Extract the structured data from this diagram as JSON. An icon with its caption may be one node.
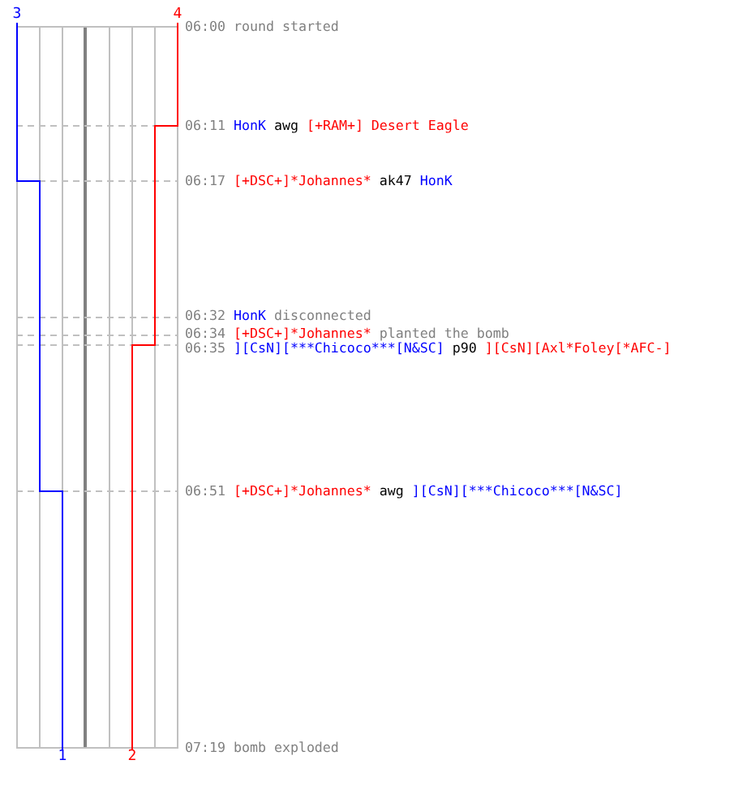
{
  "diagram": {
    "nodes": [
      {
        "text": [
          "3"
        ]
      },
      {
        "text": [
          "4"
        ]
      },
      {
        "text": [
          "1"
        ]
      },
      {
        "text": [
          "2"
        ]
      }
    ],
    "edges": [
      {
        "from": 0,
        "to": 2,
        "arrow": "none",
        "color": "#0000ff"
      },
      {
        "from": 1,
        "to": 3,
        "arrow": "none",
        "color": "#ff0000"
      }
    ],
    "labels": [
      "06:00",
      "round started",
      "06:11",
      "HonK",
      "awg",
      "[+RAM+] Desert Eagle",
      "06:17",
      "[+DSC+]*Johannes*",
      "ak47",
      "HonK",
      "06:32",
      "HonK",
      "disconnected",
      "06:34",
      "[+DSC+]*Johannes*",
      "planted the bomb",
      "06:35",
      "][CsN][***Chicoco***[N&SC]",
      "p90",
      "][CsN][Axl*Foley[*AFC-]",
      "06:51",
      "[+DSC+]*Johannes*",
      "awg",
      "][CsN][***Chicoco***[N&SC]",
      "07:19",
      "bomb exploded"
    ]
  }
}
